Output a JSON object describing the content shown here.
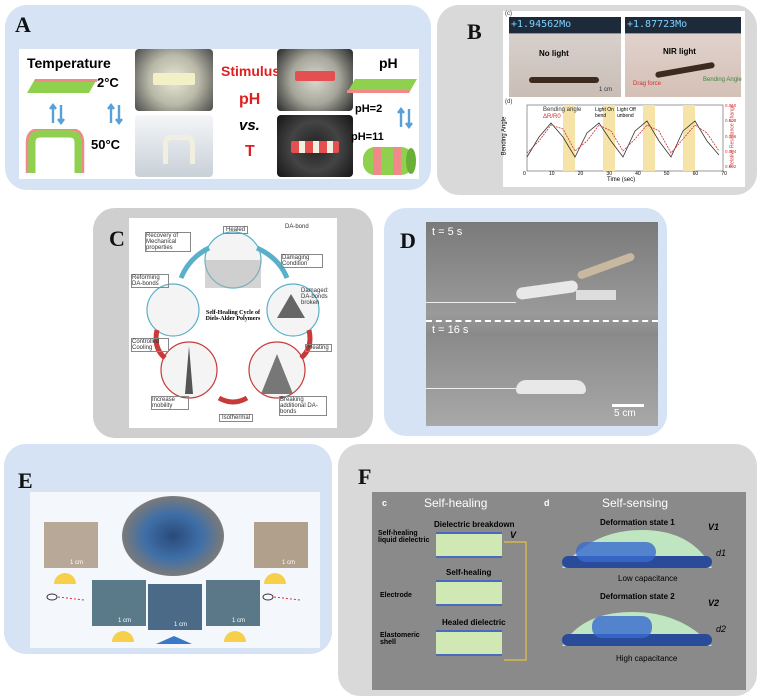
{
  "panels": {
    "A": {
      "letter": "A",
      "temperature_label": "Temperature",
      "cold_label": "2°C",
      "hot_label": "50°C",
      "stimulus_label": "Stimulus:",
      "stimulus_ph": "pH",
      "stimulus_vs": "vs.",
      "stimulus_t": "T",
      "ph_label": "pH",
      "ph_low": "pH=2",
      "ph_high": "pH=11",
      "colors": {
        "green": "#8fd14f",
        "pink": "#f08a8a",
        "arrow": "#5aa0d8",
        "stim": "#e02020"
      }
    },
    "B": {
      "letter": "B",
      "sub_c": "(c)",
      "readout_1": "+1.94562Mo",
      "readout_2": "+1.87723Mo",
      "no_light": "No light",
      "nir_light": "NIR light",
      "scale": "1 cm",
      "drag_force": "Drag force",
      "bending_angle_annot": "Bending Angle",
      "sub_d": "(d)",
      "legend_1": "Bending angle",
      "legend_2": "ΔR/R0",
      "light_on": "Light On bend",
      "light_off": "Light Off unbend",
      "ylabel_left": "Bending Angle",
      "ylabel_right": "Relative Resistance Change",
      "xlabel": "Time (sec)",
      "xticks": [
        "0",
        "10",
        "20",
        "30",
        "40",
        "50",
        "60",
        "70"
      ],
      "yticks_right": [
        "0.010",
        "0.008",
        "0.006",
        "0.004",
        "0.002"
      ]
    },
    "C": {
      "letter": "C",
      "center_title": "Self-Healing Cycle of Diels-Alder Polymers",
      "healed": "Healed",
      "da_bond": "DA-bond",
      "damaging": "Damaging Condition",
      "recovery": "Recovery of Mechanical properties",
      "reforming": "Reforming DA-bonds",
      "damaged": "Damaged: DA-bonds broken",
      "controlled_cooling": "Controlled Cooling",
      "heating": "Heating",
      "increase_mobility": "Increase mobility",
      "breaking": "Breaking additional DA-bonds",
      "isothermal": "Isothermal"
    },
    "D": {
      "letter": "D",
      "t1": "t = 5 s",
      "t2": "t = 16 s",
      "scale": "5 cm"
    },
    "E": {
      "letter": "E",
      "scales": [
        "1 cm",
        "1 cm",
        "1 cm",
        "1 cm",
        "1 cm"
      ]
    },
    "F": {
      "letter": "F",
      "sub_c": "c",
      "self_healing": "Self-healing",
      "sub_d": "d",
      "self_sensing": "Self-sensing",
      "dielectric_breakdown": "Dielectric breakdown",
      "v": "V",
      "liquid_dielectric": "Self-healing liquid dielectric",
      "self_healing_step": "Self-healing",
      "electrode": "Electrode",
      "healed_dielectric": "Healed dielectric",
      "elastomeric_shell": "Elastomeric shell",
      "state1": "Deformation state 1",
      "v1": "V1",
      "d1": "d1",
      "low_cap": "Low capacitance",
      "state2": "Deformation state 2",
      "v2": "V2",
      "d2": "d2",
      "high_cap": "High capacitance"
    }
  }
}
